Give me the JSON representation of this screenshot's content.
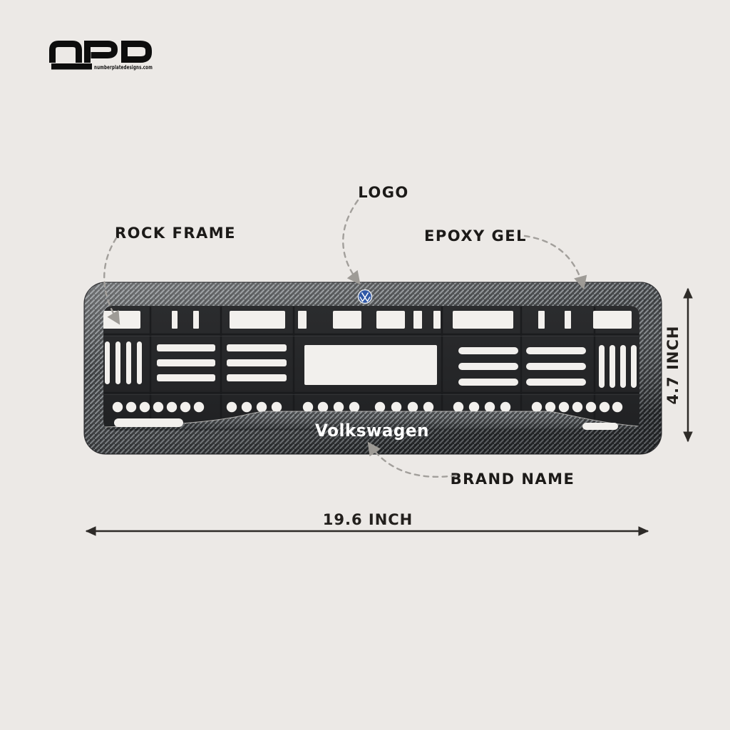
{
  "header": {
    "logo_text": "NPD",
    "logo_caption": "numberplatedesigns.com"
  },
  "callouts": {
    "logo": "LOGO",
    "rock_frame": "ROCK FRAME",
    "epoxy_gel": "EPOXY GEL",
    "brand_name": "BRAND NAME"
  },
  "dimensions": {
    "width_label": "19.6 INCH",
    "height_label": "4.7 INCH"
  },
  "product": {
    "brand_text": "Volkswagen",
    "vw_emblem_icon": "VW"
  },
  "colors": {
    "background": "#ECE9E6",
    "label_text": "#1C1A18",
    "dashed_line": "#A29F9B",
    "dimension_line": "#2E2B28",
    "carbon_base": "#2A2C2E",
    "carbon_stripe": "#82878B",
    "plastic": "#27282A",
    "cutout": "#F2F0ED",
    "vw_blue": "#3058A6",
    "brand_text_color": "#FFFFFF"
  }
}
